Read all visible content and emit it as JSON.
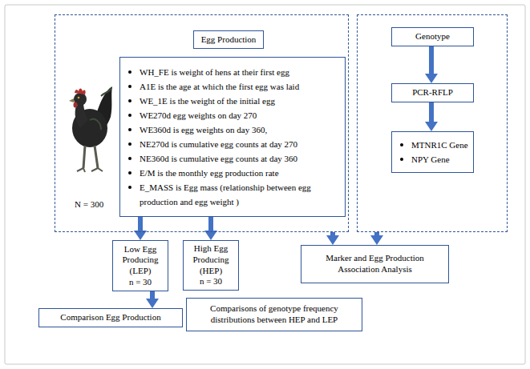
{
  "diagram": {
    "nodes": [
      {
        "text": [
          "N = 300"
        ]
      },
      {
        "text": [
          "Egg Production"
        ],
        "in": 0
      },
      {
        "text": [
          "WH_FE is weight of hens at their first egg",
          "A1E is the age at which the first egg was laid",
          "WE_1E is the weight of the initial egg",
          "WE270d egg weights on day 270",
          "WE360d is egg weights on day 360,",
          "NE270d is cumulative egg counts at day 270",
          "NE360d is cumulative egg counts at day 360",
          "E/M is the monthly egg production rate",
          "E_MASS is Egg mass (relationship between egg production and egg weight )"
        ],
        "in": 0
      },
      {
        "text": []
      },
      {
        "text": [
          "Genotype"
        ],
        "in": 3
      },
      {
        "text": [
          "PCR-RFLP"
        ],
        "in": 3
      },
      {
        "text": [
          "MTNR1C Gene",
          "NPY Gene"
        ],
        "in": 3
      },
      {
        "text": [
          "Low Egg Producing (LEP)",
          "n = 30"
        ]
      },
      {
        "text": [
          "High Egg Producing (HEP)",
          "n = 30"
        ]
      },
      {
        "text": [
          "Marker and Egg Production Association Analysis"
        ]
      },
      {
        "text": [
          "Comparison Egg Production"
        ]
      },
      {
        "text": [
          "Comparisons of genotype frequency distributions between HEP and LEP"
        ]
      }
    ],
    "edges": [
      {
        "from": 4,
        "to": 5,
        "arrow": "to"
      },
      {
        "from": 5,
        "to": 6,
        "arrow": "to"
      },
      {
        "from": 2,
        "to": 7,
        "arrow": "to"
      },
      {
        "from": 2,
        "to": 8,
        "arrow": "to"
      },
      {
        "from": 0,
        "to": 9,
        "arrow": "to"
      },
      {
        "from": 3,
        "to": 9,
        "arrow": "to"
      },
      {
        "from": 7,
        "to": 10,
        "arrow": "to"
      }
    ]
  }
}
